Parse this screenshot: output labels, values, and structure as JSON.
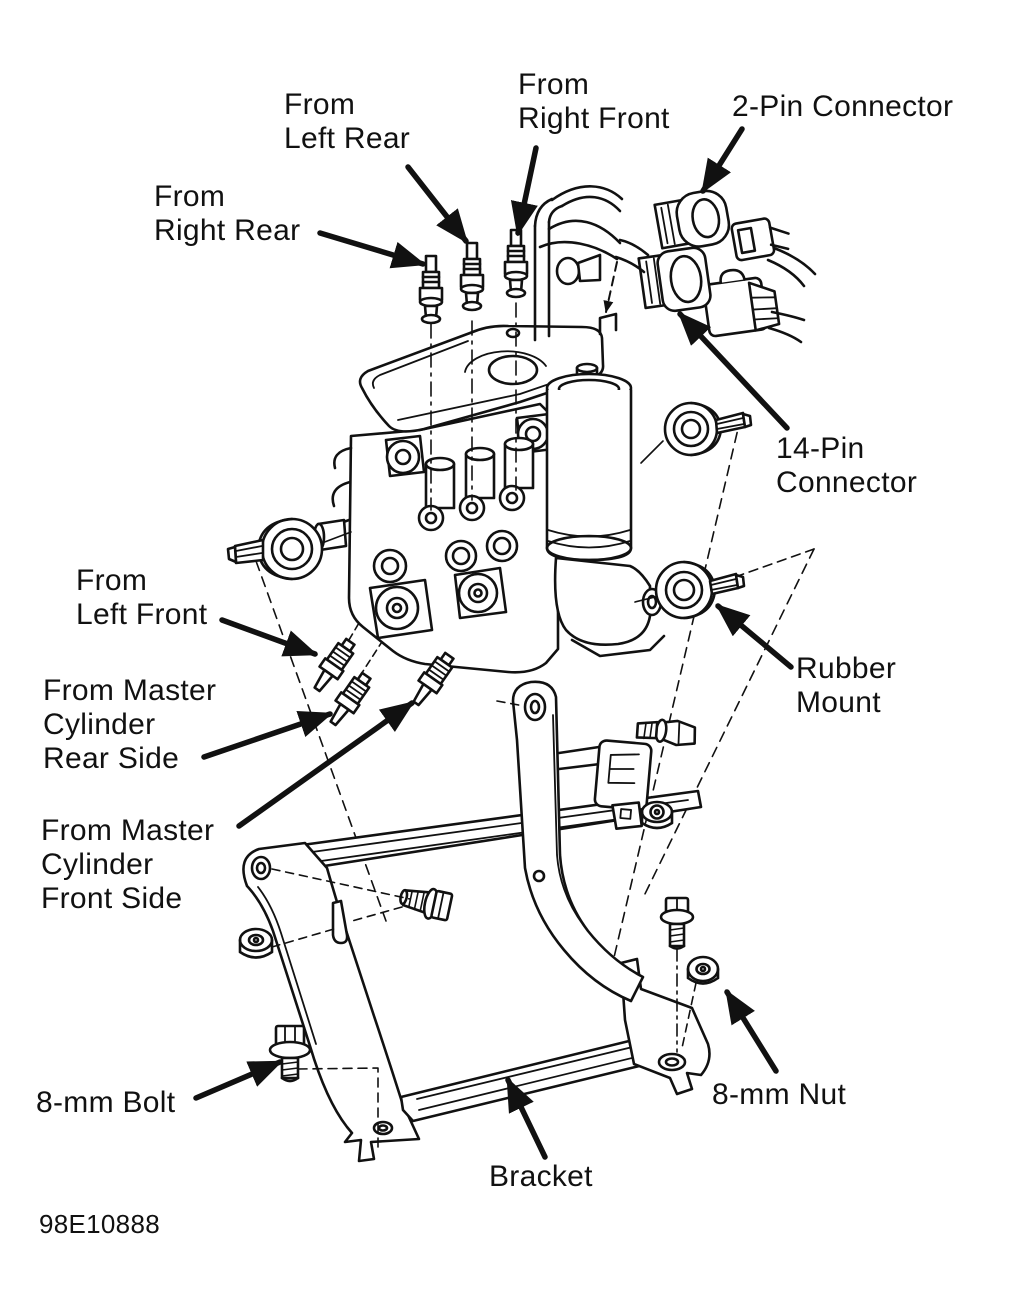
{
  "colors": {
    "ink": "#111111",
    "background": "#ffffff"
  },
  "figure_code": "98E10888",
  "labels": {
    "from_left_rear": "From\nLeft Rear",
    "from_right_front": "From\nRight Front",
    "two_pin_connector": "2-Pin Connector",
    "from_right_rear": "From\nRight Rear",
    "fourteen_pin_connector": "14-Pin\nConnector",
    "from_left_front": "From\nLeft Front",
    "rubber_mount": "Rubber\nMount",
    "from_master_cylinder_rear_side": "From Master\nCylinder\nRear Side",
    "from_master_cylinder_front_side": "From Master\nCylinder\nFront Side",
    "eight_mm_bolt": "8-mm Bolt",
    "eight_mm_nut": "8-mm Nut",
    "bracket": "Bracket"
  }
}
